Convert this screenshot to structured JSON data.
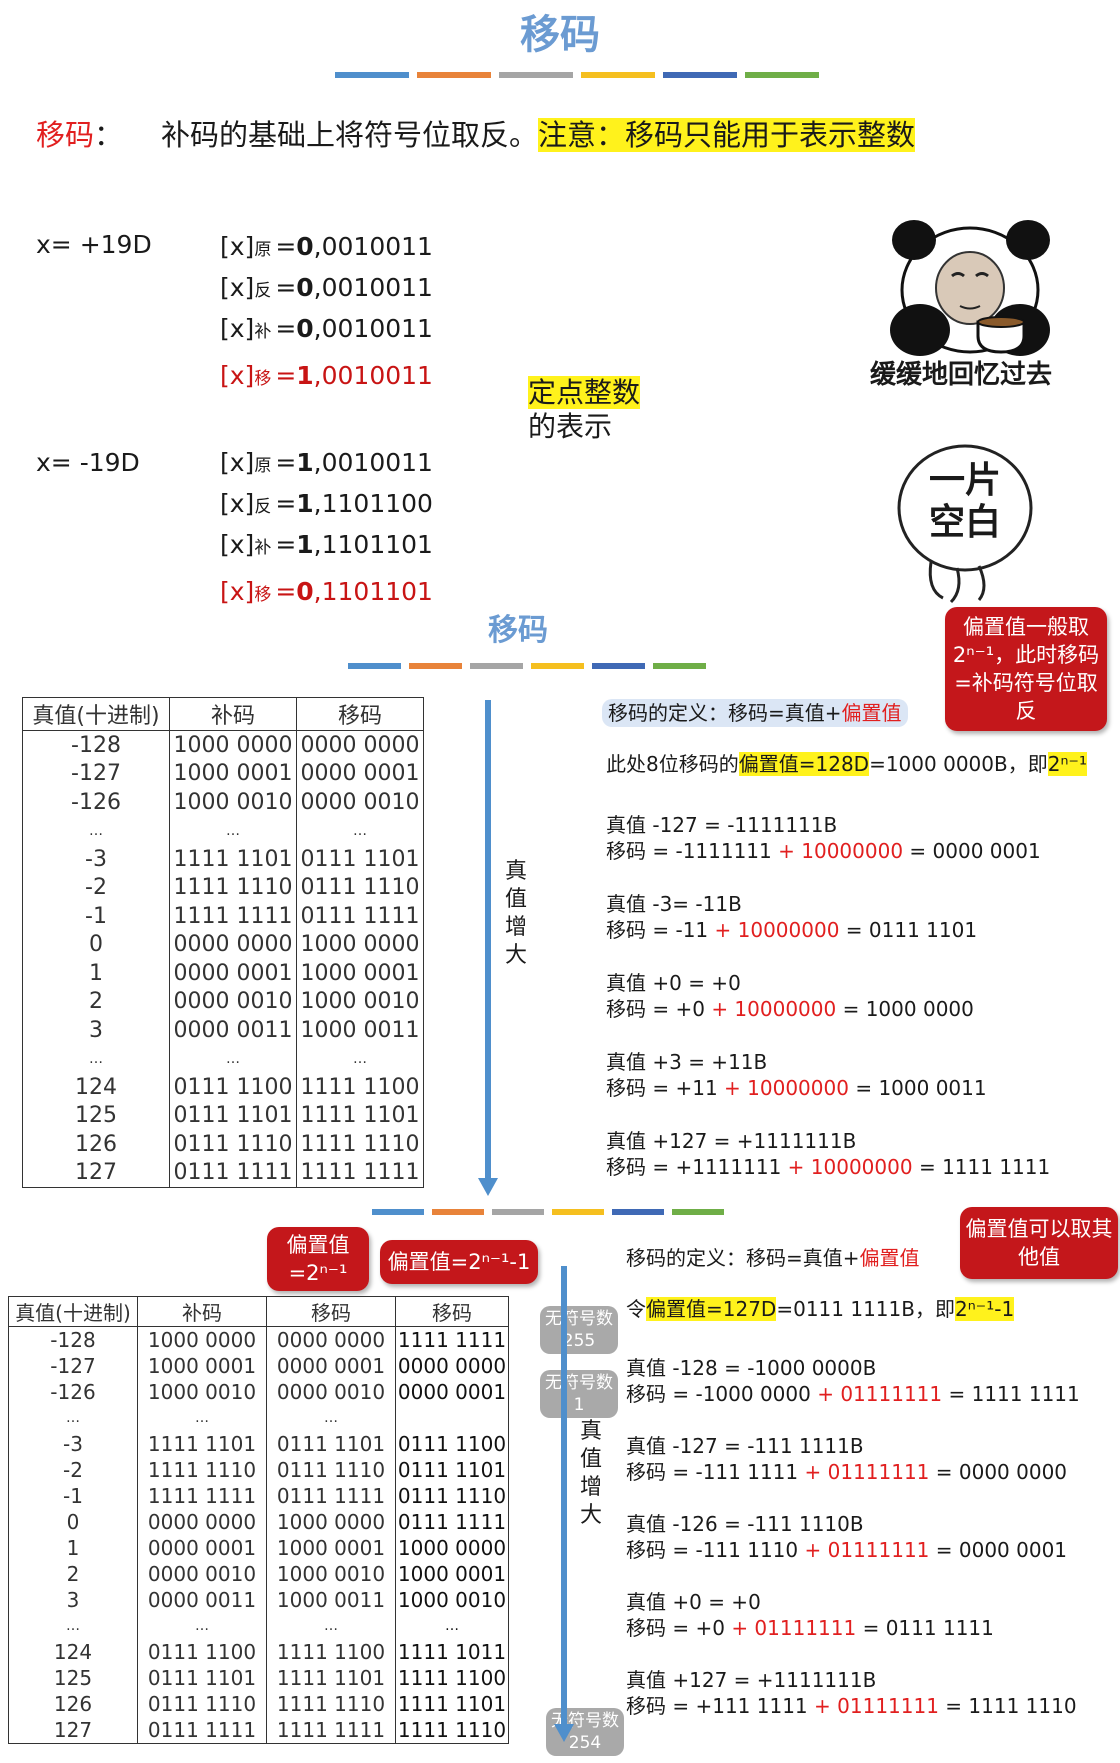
{
  "title": "移码",
  "subtitle": "移码",
  "bar_colors": [
    "#4f8fcc",
    "#e8833a",
    "#a5a5a5",
    "#f5bf1f",
    "#3f69b5",
    "#6fae47"
  ],
  "definition": {
    "label": "移码",
    "colon": "：",
    "text": "补码的基础上将符号位取反。",
    "note": "注意：移码只能用于表示整数"
  },
  "pos_example": {
    "x": "x= +19D",
    "rows": [
      {
        "sub": "原",
        "sign": "0",
        "rest": ",0010011"
      },
      {
        "sub": "反",
        "sign": "0",
        "rest": ",0010011"
      },
      {
        "sub": "补",
        "sign": "0",
        "rest": ",0010011"
      },
      {
        "sub": "移",
        "sign": "1",
        "rest": ",0010011"
      }
    ]
  },
  "neg_example": {
    "x": "x= -19D",
    "rows": [
      {
        "sub": "原",
        "sign": "1",
        "rest": ",0010011"
      },
      {
        "sub": "反",
        "sign": "1",
        "rest": ",1101100"
      },
      {
        "sub": "补",
        "sign": "1",
        "rest": ",1101101"
      },
      {
        "sub": "移",
        "sign": "0",
        "rest": ",1101101"
      }
    ]
  },
  "enc_prefix": "[x]",
  "enc_eq": "=",
  "fixed_point": {
    "hl": "定点整数",
    "rest": "的表示"
  },
  "panda_caption": "缓缓地回忆过去",
  "blank_text_1": "一片",
  "blank_text_2": "空白",
  "callout_bias1": "偏置值一般取 2ⁿ⁻¹，此时移码=补码符号位取反",
  "table1": {
    "headers": [
      "真值(十进制)",
      "补码",
      "移码"
    ],
    "rows": [
      [
        "-128",
        "1000 0000",
        "0000 0000"
      ],
      [
        "-127",
        "1000 0001",
        "0000 0001"
      ],
      [
        "-126",
        "1000 0010",
        "0000 0010"
      ],
      [
        "…",
        "…",
        "…"
      ],
      [
        "-3",
        "1111 1101",
        "0111 1101"
      ],
      [
        "-2",
        "1111 1110",
        "0111 1110"
      ],
      [
        "-1",
        "1111 1111",
        "0111 1111"
      ],
      [
        "0",
        "0000 0000",
        "1000 0000"
      ],
      [
        "1",
        "0000 0001",
        "1000 0001"
      ],
      [
        "2",
        "0000 0010",
        "1000 0010"
      ],
      [
        "3",
        "0000 0011",
        "1000 0011"
      ],
      [
        "…",
        "…",
        "…"
      ],
      [
        "124",
        "0111 1100",
        "1111 1100"
      ],
      [
        "125",
        "0111 1101",
        "1111 1101"
      ],
      [
        "126",
        "0111 1110",
        "1111 1110"
      ],
      [
        "127",
        "0111 1111",
        "1111 1111"
      ]
    ]
  },
  "arrow_label": [
    "真",
    "值",
    "增",
    "大"
  ],
  "sec1": {
    "def_prefix": "移码的定义：移码=真值+",
    "def_red": "偏置值",
    "bias_prefix": "此处8位移码的",
    "bias_hl": "偏置值=128D",
    "bias_mid": "=1000 0000B，即",
    "bias_pow": "2ⁿ⁻¹",
    "examples": [
      {
        "l1": "真值 -127 = -1111111B",
        "a": "移码 = -1111111 ",
        "plus": "+ 10000000",
        "b": " = 0000 0001"
      },
      {
        "l1": "真值 -3= -11B",
        "a": "移码 = -11 ",
        "plus": "+ 10000000",
        "b": " = 0111 1101"
      },
      {
        "l1": "真值 +0 = +0",
        "a": "移码 = +0 ",
        "plus": "+ 10000000",
        "b": " = 1000 0000"
      },
      {
        "l1": "真值 +3 = +11B",
        "a": "移码 = +11 ",
        "plus": "+ 10000000",
        "b": " = 1000 0011"
      },
      {
        "l1": "真值 +127 = +1111111B",
        "a": "移码 = +1111111 ",
        "plus": "+ 10000000",
        "b": " = 1111 1111"
      }
    ]
  },
  "callout_bias_pow": "偏置值=2ⁿ⁻¹",
  "callout_bias_pow2": "偏置值=2ⁿ⁻¹-1",
  "callout_other": "偏置值可以取其他值",
  "table2": {
    "headers": [
      "真值(十进制)",
      "补码",
      "移码",
      "移码"
    ],
    "rows": [
      [
        "-128",
        "1000 0000",
        "0000 0000",
        "1111 1111"
      ],
      [
        "-127",
        "1000 0001",
        "0000 0001",
        "0000 0000"
      ],
      [
        "-126",
        "1000 0010",
        "0000 0010",
        "0000 0001"
      ],
      [
        "…",
        "…",
        "…",
        ""
      ],
      [
        "-3",
        "1111 1101",
        "0111 1101",
        "0111 1100"
      ],
      [
        "-2",
        "1111 1110",
        "0111 1110",
        "0111 1101"
      ],
      [
        "-1",
        "1111 1111",
        "0111 1111",
        "0111 1110"
      ],
      [
        "0",
        "0000 0000",
        "1000 0000",
        "0111 1111"
      ],
      [
        "1",
        "0000 0001",
        "1000 0001",
        "1000 0000"
      ],
      [
        "2",
        "0000 0010",
        "1000 0010",
        "1000 0001"
      ],
      [
        "3",
        "0000 0011",
        "1000 0011",
        "1000 0010"
      ],
      [
        "…",
        "…",
        "…",
        "…"
      ],
      [
        "124",
        "0111 1100",
        "1111 1100",
        "1111 1011"
      ],
      [
        "125",
        "0111 1101",
        "1111 1101",
        "1111 1100"
      ],
      [
        "126",
        "0111 1110",
        "1111 1110",
        "1111 1101"
      ],
      [
        "127",
        "0111 1111",
        "1111 1111",
        "1111 1110"
      ]
    ]
  },
  "tags": {
    "unsigned255": "无符号数255",
    "unsigned1": "无符号数1",
    "unsigned254": "无符号数254"
  },
  "sec2": {
    "def_prefix": "移码的定义：移码=真值+",
    "def_red": "偏置值",
    "bias_prefix": "令",
    "bias_hl": "偏置值=127D",
    "bias_mid": "=0111 1111B，即",
    "bias_pow": "2ⁿ⁻¹-1",
    "examples": [
      {
        "l1": "真值 -128 = -1000 0000B",
        "a": "移码 = -1000 0000 ",
        "plus": "+ 01111111",
        "b": " = 1111 1111"
      },
      {
        "l1": "真值 -127 = -111 1111B",
        "a": "移码 = -111 1111 ",
        "plus": "+ 01111111",
        "b": " = 0000 0000"
      },
      {
        "l1": "真值 -126 = -111 1110B",
        "a": "移码 = -111 1110 ",
        "plus": "+ 01111111",
        "b": " = 0000 0001"
      },
      {
        "l1": "真值 +0 = +0",
        "a": "移码 = +0 ",
        "plus": "+ 01111111",
        "b": " = 0111 1111"
      },
      {
        "l1": "真值 +127 = +1111111B",
        "a": "移码 = +111 1111 ",
        "plus": "+ 01111111",
        "b": " = 1111 1110"
      }
    ]
  }
}
